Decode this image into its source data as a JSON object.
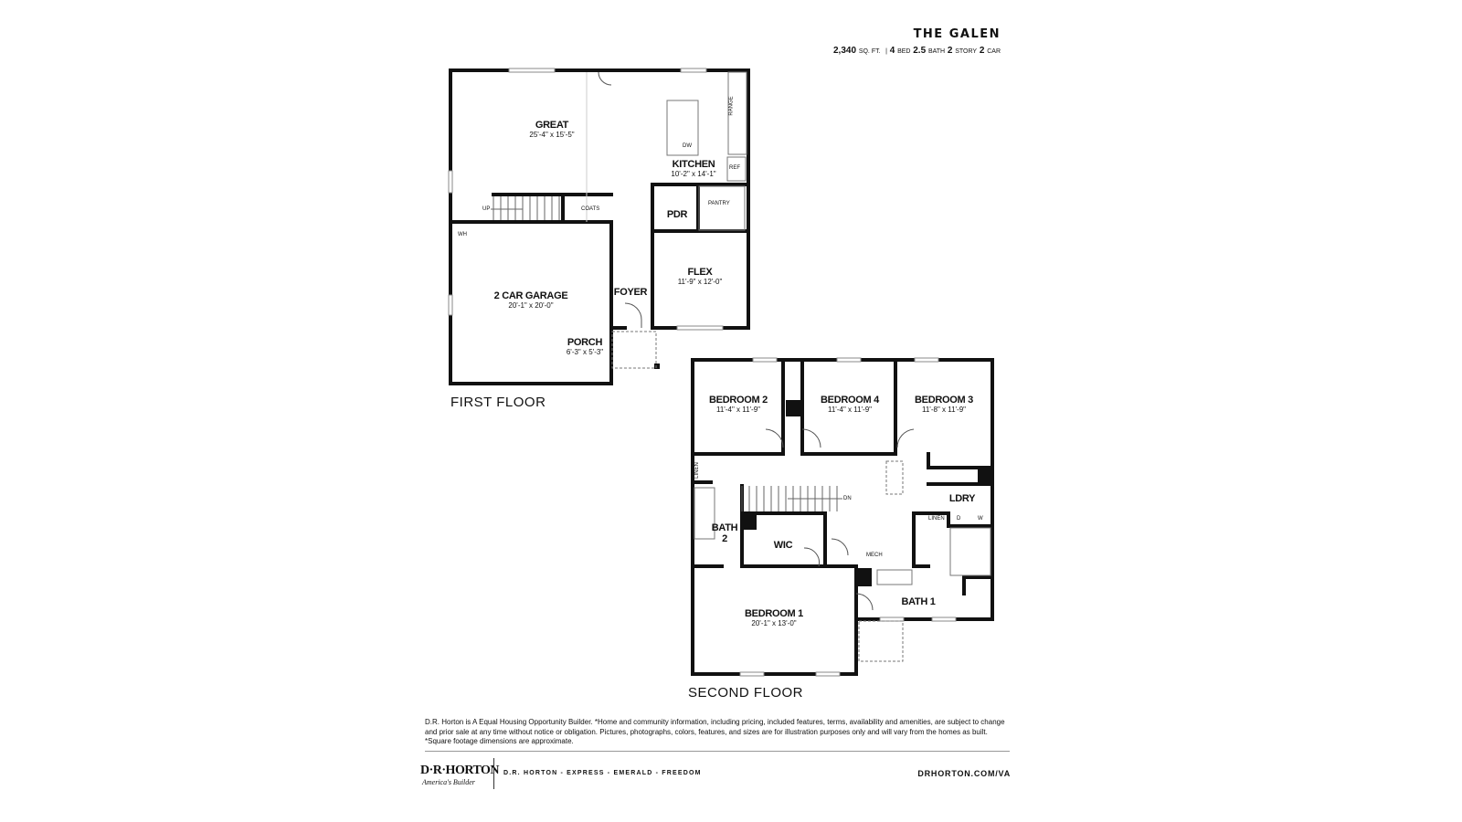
{
  "header": {
    "title": "THE GALEN",
    "sqft_value": "2,340",
    "sqft_unit": "SQ. FT.",
    "separator": "|",
    "beds_value": "4",
    "beds_unit": "BED",
    "baths_value": "2.5",
    "baths_unit": "BATH",
    "stories_value": "2",
    "stories_unit": "STORY",
    "garage_value": "2",
    "garage_unit": "CAR"
  },
  "first_floor": {
    "label": "FIRST FLOOR",
    "rooms": [
      {
        "name": "GREAT",
        "dims": "25'-4\" x 15'-5\""
      },
      {
        "name": "KITCHEN",
        "dims": "10'-2\" x 14'-1\""
      },
      {
        "name": "PDR",
        "dims": ""
      },
      {
        "name": "FLEX",
        "dims": "11'-9\" x 12'-0\""
      },
      {
        "name": "FOYER",
        "dims": ""
      },
      {
        "name": "2 CAR GARAGE",
        "dims": "20'-1\" x 20'-0\""
      },
      {
        "name": "PORCH",
        "dims": "6'-3\" x 5'-3\""
      }
    ],
    "labels": {
      "dw": "DW",
      "range": "RANGE",
      "ref": "REF",
      "pantry": "PANTRY",
      "coats": "COATS",
      "up": "UP",
      "wh": "WH"
    }
  },
  "second_floor": {
    "label": "SECOND FLOOR",
    "rooms": [
      {
        "name": "BEDROOM 2",
        "dims": "11'-4\" x 11'-9\""
      },
      {
        "name": "BEDROOM 4",
        "dims": "11'-4\" x 11'-9\""
      },
      {
        "name": "BEDROOM 3",
        "dims": "11'-8\" x 11'-9\""
      },
      {
        "name": "LDRY",
        "dims": ""
      },
      {
        "name": "BATH",
        "dims": "2"
      },
      {
        "name": "WIC",
        "dims": ""
      },
      {
        "name": "BEDROOM 1",
        "dims": "20'-1\" x 13'-0\""
      },
      {
        "name": "BATH 1",
        "dims": ""
      }
    ],
    "labels": {
      "linen": "LINEN",
      "linen2": "LINEN",
      "dn": "DN",
      "mech": "MECH",
      "d": "D",
      "w": "W"
    }
  },
  "footer": {
    "disclaimer": "D.R. Horton is A Equal Housing Opportunity Builder. *Home and community information, including pricing, included features, terms, availability and amenities, are subject to change and prior sale at any time without notice or obligation. Pictures, photographs, colors, features, and sizes are for illustration purposes only and will vary from the homes as built. *Square footage dimensions are approximate.",
    "logo": "D·R·HORTON",
    "logo_tagline": "America's Builder",
    "brands": "D.R. HORTON - EXPRESS - EMERALD - FREEDOM",
    "url": "DRHORTON.COM/VA"
  }
}
